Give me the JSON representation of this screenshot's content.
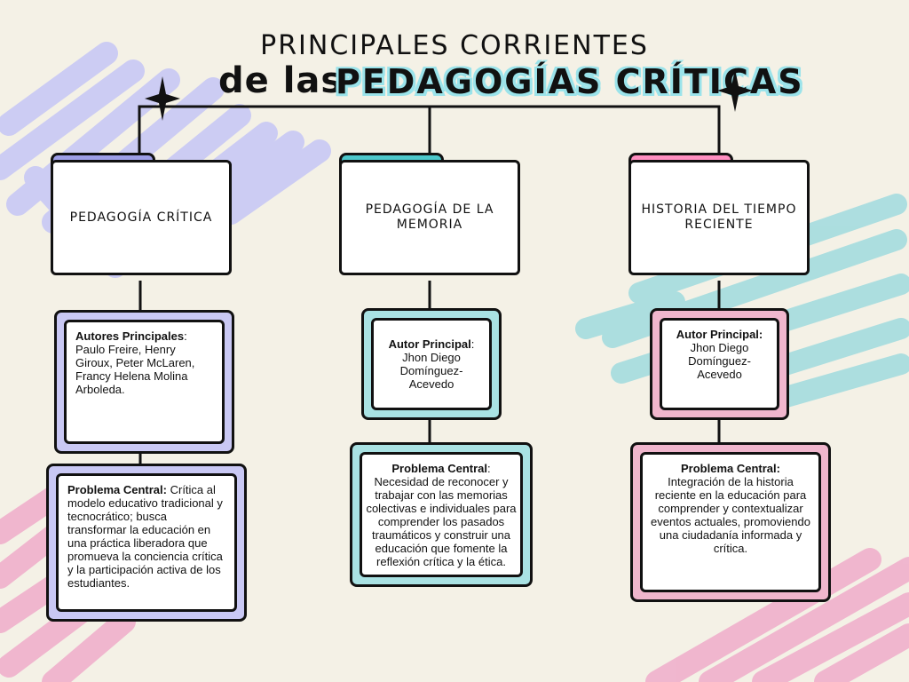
{
  "title": {
    "line1": "PRINCIPALES CORRIENTES",
    "line2_prefix": "de las",
    "line2_main": "PEDAGOGÍAS CRÍTICAS"
  },
  "colors": {
    "purple": "#c9c8f4",
    "purple_tab": "#9d9ee6",
    "teal": "#a9e2e3",
    "teal_tab": "#4cc7ca",
    "pink": "#f0b6cd",
    "pink_tab": "#ff8ec0",
    "scribble_purple": "#c8c9f5",
    "scribble_teal": "#a5dcdf",
    "scribble_pink": "#f0b0cc",
    "background": "#f4f1e6"
  },
  "columns": [
    {
      "folder_label": "PEDAGOGÍA CRÍTICA",
      "author_label": "Autores Principales",
      "author_text": ": Paulo Freire, Henry Giroux, Peter McLaren, Francy Helena Molina Arboleda.",
      "problem_label": "Problema Central:",
      "problem_text": " Crítica al modelo educativo tradicional y tecnocrático; busca transformar la educación en una práctica liberadora que promueva la conciencia crítica y la participación activa de los estudiantes."
    },
    {
      "folder_label": "PEDAGOGÍA DE LA MEMORIA",
      "author_label": "Autor Principal",
      "author_text": "Jhon Diego Domínguez-Acevedo",
      "problem_label": "Problema Central",
      "problem_text": "Necesidad de reconocer y trabajar con las memorias colectivas e individuales para comprender los pasados traumáticos y construir una educación que fomente la reflexión crítica y la ética."
    },
    {
      "folder_label": "HISTORIA DEL TIEMPO RECIENTE",
      "author_label": "Autor Principal:",
      "author_text": "Jhon Diego Domínguez-Acevedo",
      "problem_label": "Problema Central:",
      "problem_text": "Integración de la historia reciente en la educación para comprender y contextualizar eventos actuales, promoviendo una ciudadanía informada y crítica."
    }
  ]
}
